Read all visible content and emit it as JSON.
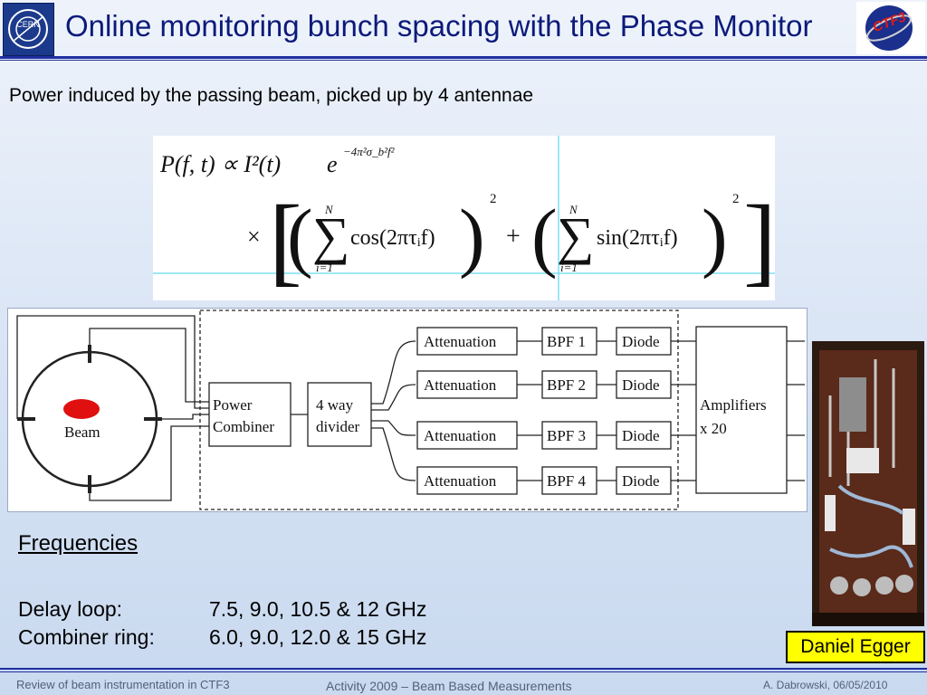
{
  "header": {
    "title": "Online monitoring bunch spacing with the Phase Monitor",
    "cern_logo_text": "CERN",
    "ctf_logo_text": "CTF3"
  },
  "subtitle": "Power induced by the passing beam, picked up by 4 antennae",
  "formula": {
    "lhs": "P(f, t) ∝ I²(t)",
    "exp": "−4π²σ_b²f²",
    "times": "×",
    "sum_top": "N",
    "sum_bottom": "i=1",
    "term_cos": "cos(2πτᵢf)",
    "term_sin": "sin(2πτᵢf)",
    "power": "2",
    "plus": "+"
  },
  "diagram": {
    "beam_label": "Beam",
    "combiner": [
      "Power",
      "Combiner"
    ],
    "divider": [
      "4 way",
      "divider"
    ],
    "attenuation": "Attenuation",
    "bpf": [
      "BPF 1",
      "BPF 2",
      "BPF 3",
      "BPF 4"
    ],
    "diode": "Diode",
    "amplifiers": [
      "Amplifiers",
      "x 20"
    ]
  },
  "frequencies": {
    "title": "Frequencies",
    "rows": [
      {
        "label": "Delay loop:",
        "value": "7.5, 9.0, 10.5  & 12 GHz"
      },
      {
        "label": "Combiner ring:",
        "value": "6.0, 9.0, 12.0  & 15 GHz"
      }
    ]
  },
  "photo_credit": "Daniel Egger",
  "footer": {
    "left": "Review of beam instrumentation in CTF3",
    "center": "Activity 2009 – Beam Based Measurements",
    "right": "A. Dabrowski,  06/05/2010"
  },
  "colors": {
    "title": "#0c1a7a",
    "rule": "#1f2fa0",
    "credit_bg": "#ffff00",
    "beam": "#e01010"
  }
}
